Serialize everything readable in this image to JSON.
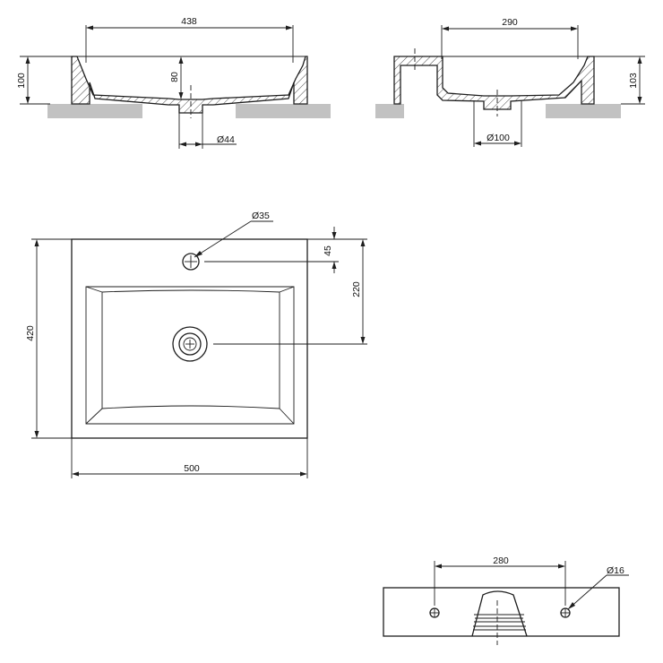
{
  "dimensions": {
    "front_width": "438",
    "front_depth": "80",
    "front_height": "100",
    "front_drain": "Ø44",
    "side_width": "290",
    "side_height": "103",
    "side_drain": "Ø100",
    "tap_hole": "Ø35",
    "tap_offset": "45",
    "drain_offset": "220",
    "overall_depth": "420",
    "overall_width": "500",
    "mount_spacing": "280",
    "mount_hole": "Ø16"
  },
  "colors": {
    "line": "#1e1e1e",
    "floor": "#c2c2c2",
    "background": "#ffffff"
  }
}
